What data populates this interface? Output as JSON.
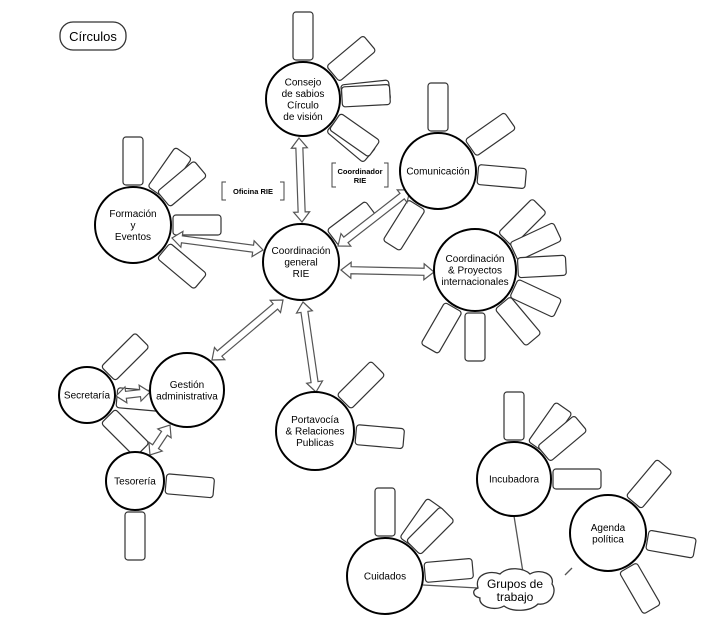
{
  "title": "Círculos",
  "nodes": [
    {
      "id": "consejo",
      "lines": [
        "Consejo",
        "de sabios",
        "Círculo",
        "de visión"
      ]
    },
    {
      "id": "comunicacion",
      "lines": [
        "Comunicación"
      ]
    },
    {
      "id": "formacion",
      "lines": [
        "Formación",
        "y",
        "Eventos"
      ]
    },
    {
      "id": "coordinacion-general",
      "lines": [
        "Coordinación",
        "general",
        "RIE"
      ]
    },
    {
      "id": "proyectos",
      "lines": [
        "Coordinación",
        "& Proyectos",
        "internacionales"
      ]
    },
    {
      "id": "gestion",
      "lines": [
        "Gestión",
        "administrativa"
      ]
    },
    {
      "id": "secretaria",
      "lines": [
        "Secretaría"
      ]
    },
    {
      "id": "tesoreria",
      "lines": [
        "Tesorería"
      ]
    },
    {
      "id": "portavocia",
      "lines": [
        "Portavocía",
        "& Relaciones",
        "Publicas"
      ]
    },
    {
      "id": "incubadora",
      "lines": [
        "Incubadora"
      ]
    },
    {
      "id": "agenda",
      "lines": [
        "Agenda",
        "política"
      ]
    },
    {
      "id": "cuidados",
      "lines": [
        "Cuidados"
      ]
    }
  ],
  "annotations": {
    "oficina": "Oficina RIE",
    "coordinador": [
      "Coordinador",
      "RIE"
    ]
  },
  "grupos_label": [
    "Grupos de",
    "trabajo"
  ]
}
